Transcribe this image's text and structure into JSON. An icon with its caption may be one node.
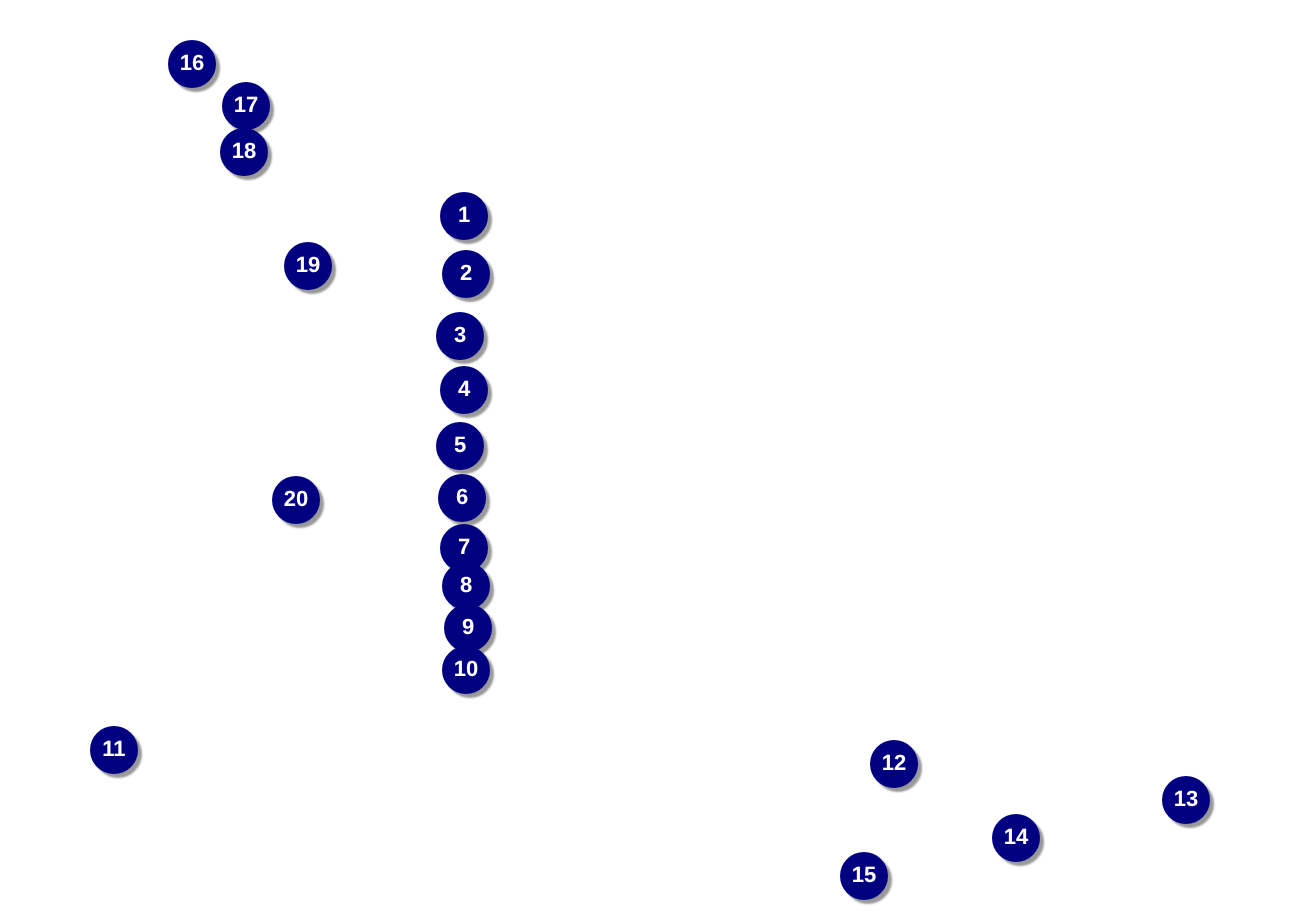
{
  "diagram": {
    "labels": [
      "16",
      "17",
      "18",
      "1",
      "19",
      "2",
      "3",
      "4",
      "5",
      "20",
      "6",
      "7",
      "8",
      "9",
      "10",
      "11",
      "12",
      "13",
      "14",
      "15"
    ]
  }
}
